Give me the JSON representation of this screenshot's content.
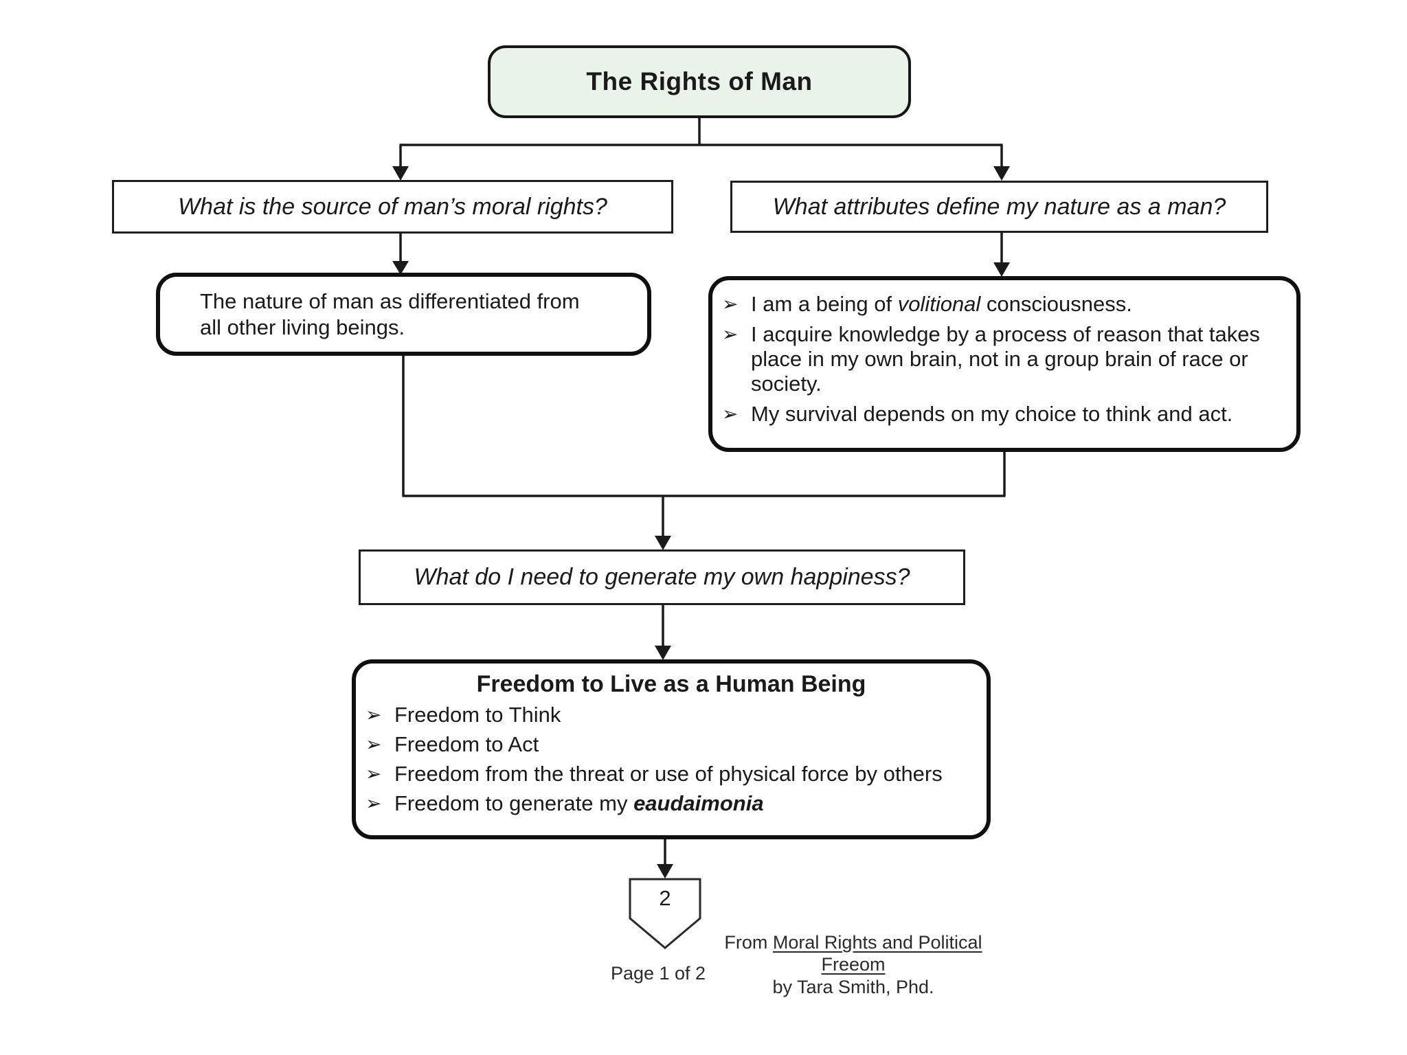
{
  "colors": {
    "ink": "#1a1a1a",
    "title_box_fill": "#e9f3ea",
    "box_fill": "#ffffff"
  },
  "title_box": {
    "label": "The Rights of Man"
  },
  "left_question_box": {
    "label": "What is the source of man’s moral rights?"
  },
  "right_question_box": {
    "label": "What attributes define my nature as a man?"
  },
  "nature_box": {
    "text": "The nature of man as differentiated from all other living beings."
  },
  "attributes_box": {
    "bullet_char": "➢",
    "bullets": [
      {
        "pre": "I am a being of ",
        "em": "volitional",
        "post": " consciousness."
      },
      {
        "pre": "I acquire knowledge by a process of reason that takes place in my own brain, not in a group brain of race or society.",
        "em": "",
        "post": ""
      },
      {
        "pre": "My survival depends on my choice to think and act.",
        "em": "",
        "post": ""
      }
    ]
  },
  "happiness_question_box": {
    "label": "What do I need to generate my own happiness?"
  },
  "freedom_box": {
    "title": "Freedom to Live as a Human Being",
    "bullet_char": "➢",
    "bullets": [
      {
        "pre": "Freedom to Think",
        "em": "",
        "post": ""
      },
      {
        "pre": "Freedom to Act",
        "em": "",
        "post": ""
      },
      {
        "pre": "Freedom from the threat or use of physical force by others",
        "em": "",
        "post": ""
      },
      {
        "pre": "Freedom to generate my ",
        "em": "eaudaimonia",
        "post": ""
      }
    ]
  },
  "off_page_connector": {
    "label": "2"
  },
  "footer": {
    "source_prefix": "From ",
    "source_title": "Moral Rights and Political Freeom",
    "source_byline": "by Tara Smith, Phd.",
    "page_label": "Page 1 of 2"
  }
}
